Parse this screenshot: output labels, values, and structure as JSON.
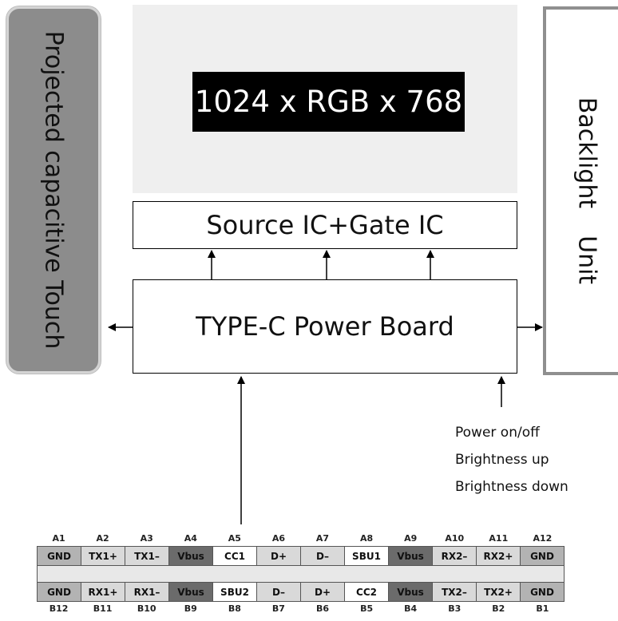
{
  "touch": {
    "label": "Projected capacitive Touch"
  },
  "panel": {
    "resolution": "1024 x RGB x 768"
  },
  "source_gate": {
    "label": "Source IC+Gate IC"
  },
  "power_board": {
    "label": "TYPE-C Power Board"
  },
  "backlight": {
    "label_1": "Backlight",
    "label_2": "Unit"
  },
  "controls": [
    "Power on/off",
    "Brightness up",
    "Brightness down"
  ],
  "type_c": {
    "top_labels": [
      "A1",
      "A2",
      "A3",
      "A4",
      "A5",
      "A6",
      "A7",
      "A8",
      "A9",
      "A10",
      "A11",
      "A12"
    ],
    "top_pins": [
      "GND",
      "TX1+",
      "TX1–",
      "Vbus",
      "CC1",
      "D+",
      "D–",
      "SBU1",
      "Vbus",
      "RX2–",
      "RX2+",
      "GND"
    ],
    "bottom_pins": [
      "GND",
      "RX1+",
      "RX1–",
      "Vbus",
      "SBU2",
      "D–",
      "D+",
      "CC2",
      "Vbus",
      "TX2–",
      "TX2+",
      "GND"
    ],
    "bottom_labels": [
      "B12",
      "B11",
      "B10",
      "B9",
      "B8",
      "B7",
      "B6",
      "B5",
      "B4",
      "B3",
      "B2",
      "B1"
    ],
    "pin_colors": {
      "GND": "#b3b3b3",
      "Vbus": "#6b6b6b",
      "high_speed": "#d9d9d9",
      "other": "#ffffff"
    }
  }
}
